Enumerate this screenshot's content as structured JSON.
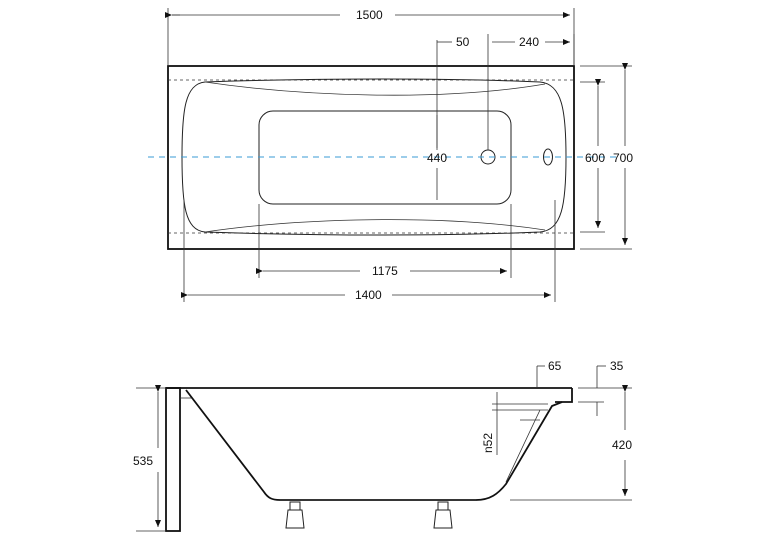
{
  "top_view": {
    "overall_length": "1500",
    "overflow_offset": "50",
    "drain_offset": "240",
    "inner_width": "440",
    "rim_width": "600",
    "overall_width": "700",
    "bottom_length": "1175",
    "basin_length": "1400"
  },
  "side_view": {
    "rim_overhang": "65",
    "rim_thickness": "35",
    "overflow_diameter": "n52",
    "total_height": "535",
    "basin_depth": "420"
  },
  "colors": {
    "centerline": "#3a9bd5",
    "lines": "#111111"
  }
}
